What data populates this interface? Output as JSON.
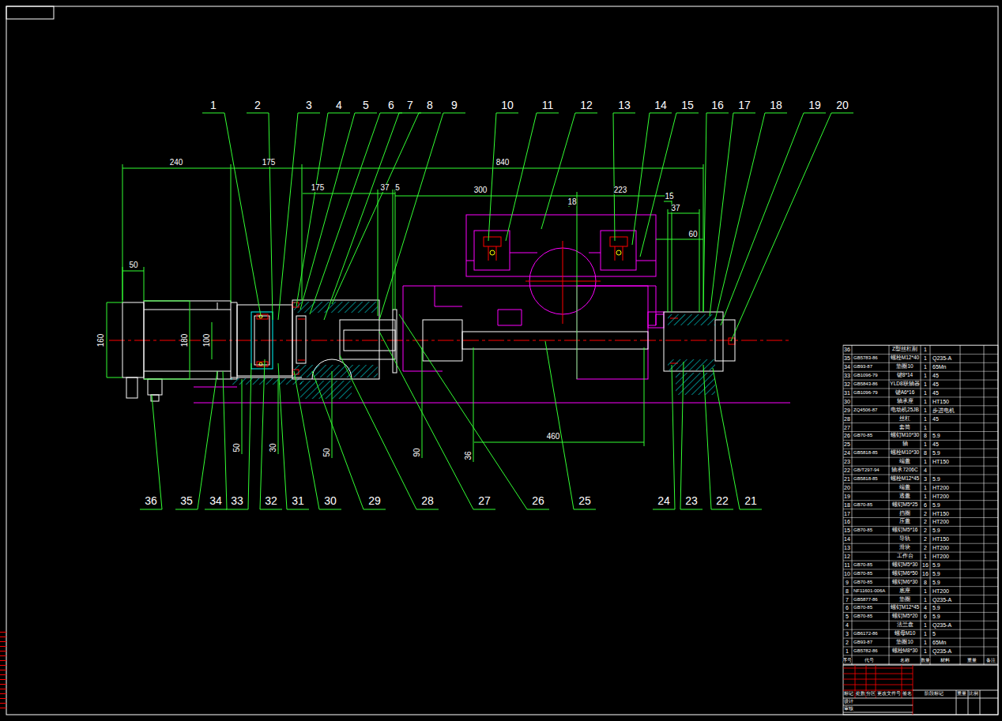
{
  "diagram": {
    "labels": [
      "1",
      "2",
      "3",
      "4",
      "5",
      "6",
      "7",
      "8",
      "9",
      "10",
      "11",
      "12",
      "13",
      "14",
      "15",
      "16",
      "17",
      "18",
      "19",
      "20",
      "36",
      "35",
      "34",
      "33",
      "32",
      "31",
      "30",
      "29",
      "28",
      "27",
      "26",
      "25",
      "24",
      "23",
      "22",
      "21",
      "240",
      "175",
      "840",
      "175",
      "37",
      "5",
      "300",
      "18",
      "223",
      "15",
      "37",
      "60",
      "50",
      "160",
      "180",
      "100",
      "50",
      "30",
      "50",
      "90",
      "36",
      "460",
      "36",
      "Z型丝杠副",
      "1",
      "35",
      "GB5783-86",
      "螺栓M12*40",
      "1",
      "Q235-A",
      "34",
      "GB93-87",
      "垫圈10",
      "1",
      "65Mn",
      "33",
      "GB1096-79",
      "键8*14",
      "1",
      "45",
      "32",
      "GB5843-86",
      "YLD8联轴器",
      "1",
      "45",
      "31",
      "GB1096-79",
      "键A6*16",
      "1",
      "45",
      "30",
      "轴承座",
      "1",
      "HT150",
      "29",
      "ZQ4506-87",
      "电动机25JB",
      "1",
      "步进电机",
      "28",
      "丝杠",
      "1",
      "45",
      "27",
      "套筒",
      "1",
      "26",
      "GB70-85",
      "螺钉M10*30",
      "8",
      "5.9",
      "25",
      "轴",
      "1",
      "45",
      "24",
      "GB5818-85",
      "螺栓M10*30",
      "8",
      "5.9",
      "23",
      "端盖",
      "1",
      "HT150",
      "22",
      "GB/T297-94",
      "轴承7206C",
      "4",
      "21",
      "GB5818-85",
      "螺栓M12*45",
      "3",
      "5.9",
      "20",
      "端盖",
      "1",
      "HT200",
      "19",
      "透盖",
      "1",
      "HT200",
      "18",
      "GB70-85",
      "螺钉M5*25",
      "6",
      "5.9",
      "17",
      "挡圈",
      "2",
      "HT150",
      "16",
      "压盖",
      "2",
      "HT200",
      "15",
      "GB70-85",
      "螺钉M5*16",
      "2",
      "5.9",
      "14",
      "导轨",
      "2",
      "HT150",
      "13",
      "滑块",
      "2",
      "HT200",
      "12",
      "工作台",
      "1",
      "HT200",
      "11",
      "GB70-85",
      "螺钉M5*30",
      "16",
      "5.9",
      "10",
      "GB70-85",
      "螺钉M6*50",
      "16",
      "5.9",
      "9",
      "GB70-85",
      "螺钉M6*30",
      "8",
      "5.9",
      "8",
      "NF11601-006A",
      "底座",
      "1",
      "HT200",
      "7",
      "GB5877-86",
      "垫圈",
      "1",
      "Q235-A",
      "6",
      "GB70-85",
      "螺钉M12*45",
      "4",
      "5.9",
      "5",
      "GB70-85",
      "螺钉M5*20",
      "6",
      "5.9",
      "4",
      "法兰盘",
      "1",
      "Q235-A",
      "3",
      "GB6172-86",
      "螺母M10",
      "1",
      "5",
      "2",
      "GB93-87",
      "垫圈10",
      "1",
      "65Mn",
      "1",
      "GB5782-86",
      "螺栓M8*30",
      "1",
      "Q235-A",
      "序号",
      "代号",
      "名称",
      "数量",
      "材料",
      "重量",
      "备注",
      "标记",
      "处数",
      "分区",
      "更改文件号",
      "签名",
      "设计",
      "审核",
      "阶段标记",
      "重量",
      "比例"
    ]
  }
}
